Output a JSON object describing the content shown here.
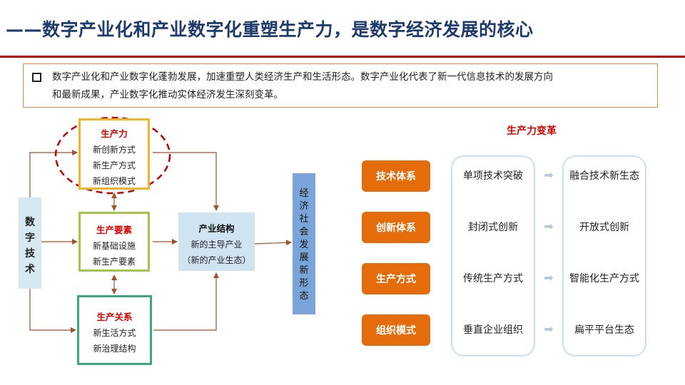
{
  "title": "——数字产业化和产业数字化重塑生产力，是数字经济发展的核心",
  "intro": {
    "line1": "数字产业化和产业数字化蓬勃发展，加速重塑人类经济生产和生活形态。数字产业化代表了新一代信息技术的发展方向",
    "line2": "和最新成果，产业数字化推动实体经济发生深刻变革。"
  },
  "diagram": {
    "digital_tech": [
      "数",
      "字",
      "技",
      "术"
    ],
    "productivity": {
      "header": "生产力",
      "lines": [
        "新创新方式",
        "新生产方式",
        "新组织模式"
      ]
    },
    "factors": {
      "header": "生产要素",
      "lines": [
        "新基础设施",
        "新生产要素"
      ]
    },
    "relations": {
      "header": "生产关系",
      "lines": [
        "新生活方式",
        "新治理结构"
      ]
    },
    "industry": {
      "header": "产业结构",
      "lines": [
        "新的主导产业",
        "（新的产业生态）"
      ]
    },
    "economy": [
      "经",
      "济",
      "社",
      "会",
      "发",
      "展",
      "新",
      "形",
      "态"
    ]
  },
  "transform": {
    "title": "生产力变革",
    "rows": [
      {
        "label": "技术体系",
        "from": "单项技术突破",
        "to": "融合技术新生态"
      },
      {
        "label": "创新体系",
        "from": "封闭式创新",
        "to": "开放式创新"
      },
      {
        "label": "生产方式",
        "from": "传统生产方式",
        "to": "智能化生产方式"
      },
      {
        "label": "组织模式",
        "from": "垂直企业组织",
        "to": "扁平平台生态"
      }
    ]
  },
  "colors": {
    "title": "#1f3b6e",
    "rule": "#c00000",
    "orange": "#e46c0a",
    "arrow": "#a0522d"
  }
}
